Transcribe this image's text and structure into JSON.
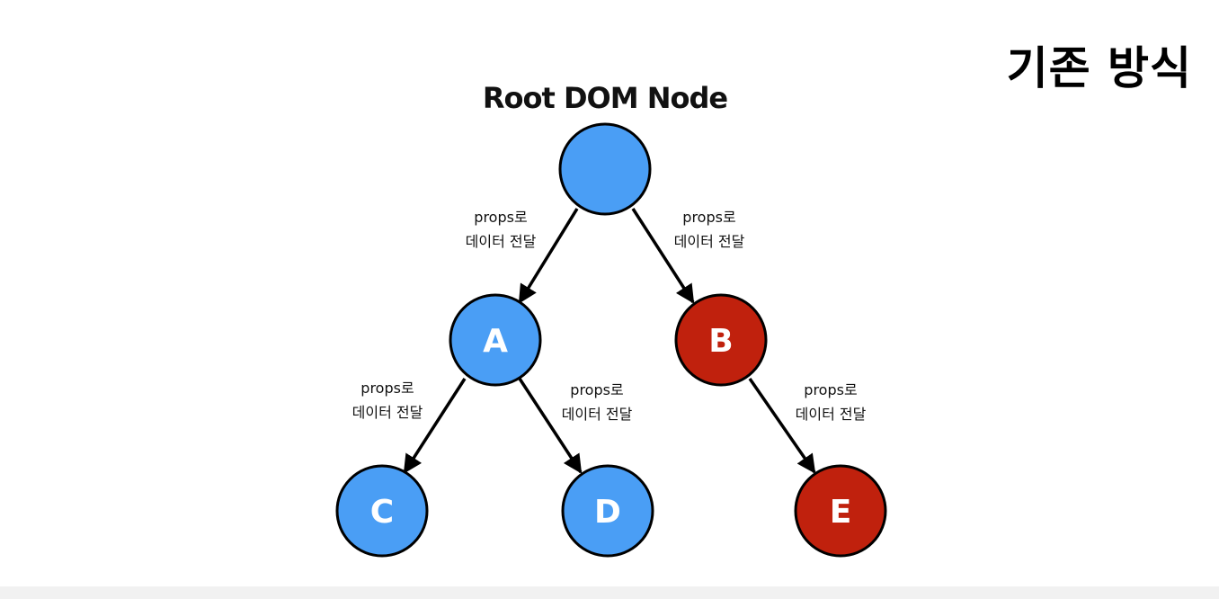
{
  "title": "기존 방식",
  "root_label": "Root DOM Node",
  "colors": {
    "blue_node": "#4a9ef5",
    "red_node": "#c0210d",
    "outline": "#000000",
    "edge": "#000000"
  },
  "nodes": [
    {
      "id": "root",
      "letter": "",
      "color": "blue"
    },
    {
      "id": "a",
      "letter": "A",
      "color": "blue"
    },
    {
      "id": "b",
      "letter": "B",
      "color": "red"
    },
    {
      "id": "c",
      "letter": "C",
      "color": "blue"
    },
    {
      "id": "d",
      "letter": "D",
      "color": "blue"
    },
    {
      "id": "e",
      "letter": "E",
      "color": "red"
    }
  ],
  "edges": [
    {
      "from": "root",
      "to": "a",
      "label_line1": "props로",
      "label_line2": "데이터 전달"
    },
    {
      "from": "root",
      "to": "b",
      "label_line1": "props로",
      "label_line2": "데이터 전달"
    },
    {
      "from": "a",
      "to": "c",
      "label_line1": "props로",
      "label_line2": "데이터 전달"
    },
    {
      "from": "a",
      "to": "d",
      "label_line1": "props로",
      "label_line2": "데이터 전달"
    },
    {
      "from": "b",
      "to": "e",
      "label_line1": "props로",
      "label_line2": "데이터 전달"
    }
  ]
}
